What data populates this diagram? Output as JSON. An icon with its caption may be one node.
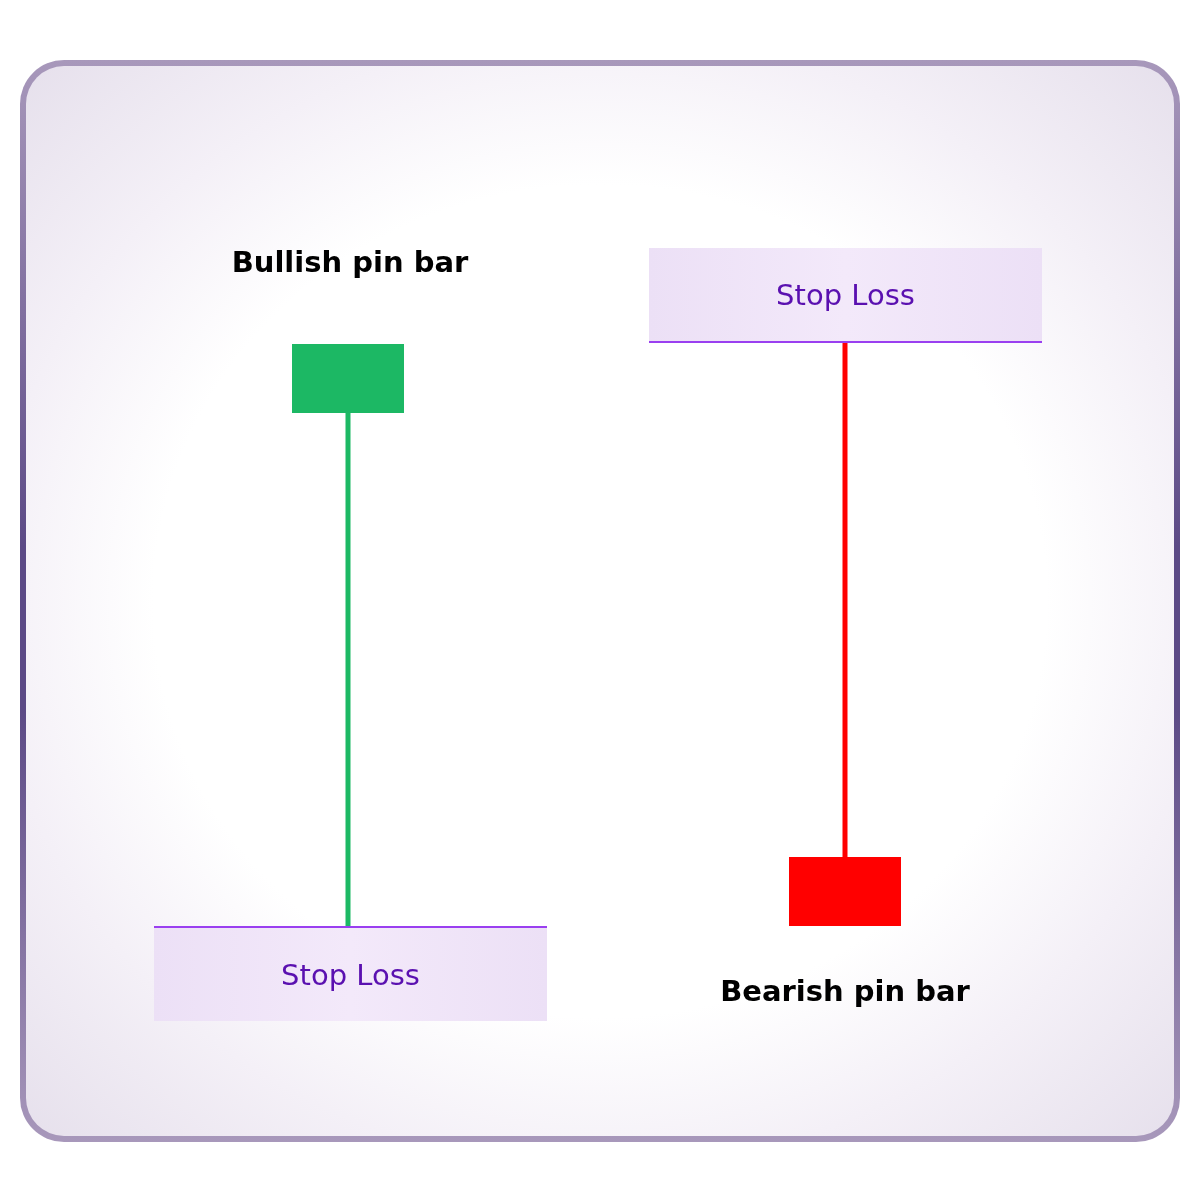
{
  "diagram": {
    "nodes": [
      {
        "text": [],
        "shape": "box"
      },
      {
        "text": [
          "Stop Loss"
        ]
      },
      {
        "text": [
          "Stop Loss"
        ]
      },
      {
        "text": [],
        "shape": "box"
      }
    ],
    "edges": [
      {
        "from": 0,
        "to": 1,
        "arrow": "none",
        "color": "#1db964"
      },
      {
        "from": 3,
        "to": 2,
        "arrow": "none",
        "color": "#ff0000"
      }
    ],
    "labels": [
      "Bullish pin bar",
      "Bearish pin bar"
    ]
  }
}
